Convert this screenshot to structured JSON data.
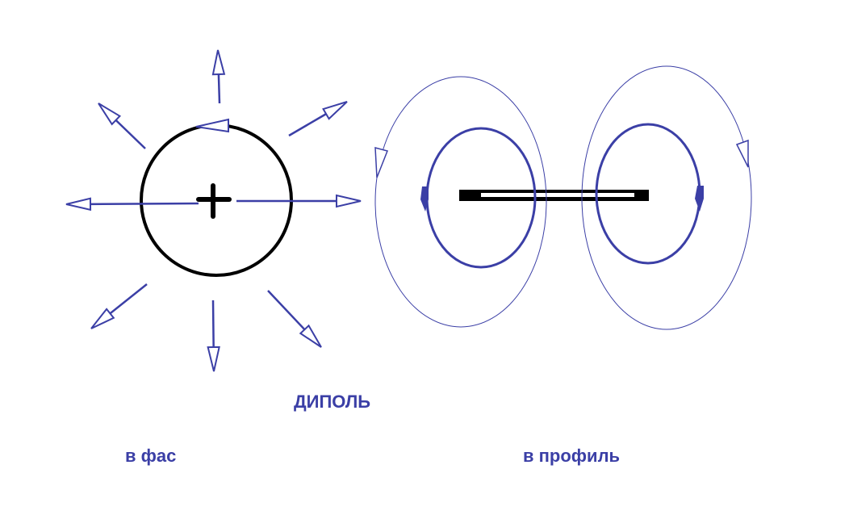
{
  "title": "ДИПОЛЬ",
  "front_view": {
    "caption": "в фас",
    "center_symbol": "+",
    "field_arrows_count": 8
  },
  "profile_view": {
    "caption": "в профиль"
  },
  "colors": {
    "field_lines": "#3b3fa6",
    "outline": "#000000",
    "text": "#3b3fa6",
    "background": "#ffffff"
  }
}
